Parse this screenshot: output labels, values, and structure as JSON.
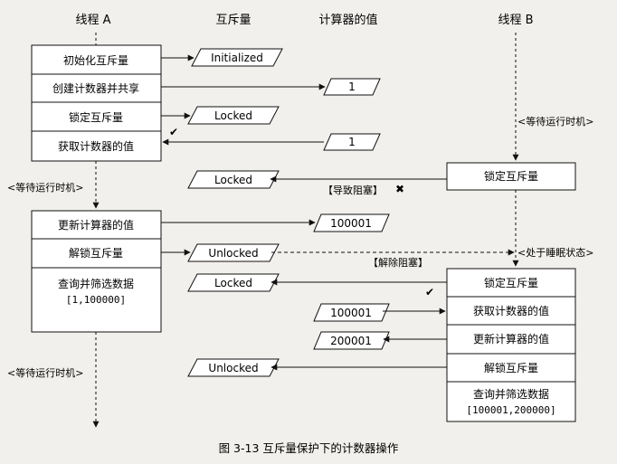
{
  "headers": {
    "thread_a": "线程 A",
    "mutex": "互斥量",
    "counter": "计算器的值",
    "thread_b": "线程 B"
  },
  "thread_a_steps": [
    "初始化互斥量",
    "创建计数器并共享",
    "锁定互斥量",
    "获取计数器的值",
    "更新计算器的值",
    "解锁互斥量",
    "查询并筛选数据",
    "[1,100000]"
  ],
  "thread_b_steps": [
    "锁定互斥量",
    "锁定互斥量",
    "获取计数器的值",
    "更新计算器的值",
    "解锁互斥量",
    "查询并筛选数据",
    "[100001,200000]"
  ],
  "mutex_states": [
    "Initialized",
    "Locked",
    "Locked",
    "Unlocked",
    "Locked",
    "Unlocked"
  ],
  "counter_values": [
    "1",
    "1",
    "100001",
    "100001",
    "200001"
  ],
  "annotations": {
    "wait_run_b": "<等待运行时机>",
    "wait_run_a1": "<等待运行时机>",
    "wait_run_a2": "<等待运行时机>",
    "sleeping": "<处于睡眠状态>",
    "blocked": "【导致阻塞】",
    "unblocked": "【解除阻塞】"
  },
  "symbols": {
    "check": "✔",
    "cross": "✖"
  },
  "caption": "图 3-13    互斥量保护下的计数器操作"
}
